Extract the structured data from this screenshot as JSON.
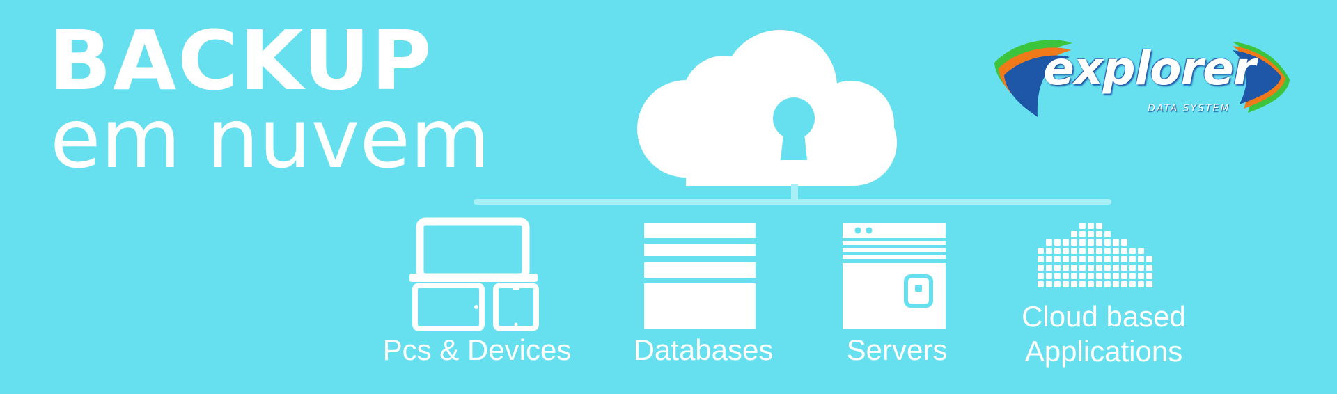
{
  "headline": {
    "line1": "BACKUP",
    "line2": "em nuvem"
  },
  "logo": {
    "wordmark": "explorer",
    "tagline": "DATA SYSTEM"
  },
  "categories": {
    "pcs": "Pcs & Devices",
    "databases": "Databases",
    "servers": "Servers",
    "cloud_apps": "Cloud based Applications"
  },
  "icons": {
    "main": "cloud-lock-icon",
    "pcs": "devices-icon",
    "databases": "database-icon",
    "servers": "server-icon",
    "cloud_apps": "cloud-grid-icon"
  },
  "colors": {
    "background": "#66e0ef",
    "foreground": "#ffffff",
    "brand_blue": "#1e56a8",
    "brand_orange": "#f07a1a",
    "brand_green": "#3cc43c"
  }
}
